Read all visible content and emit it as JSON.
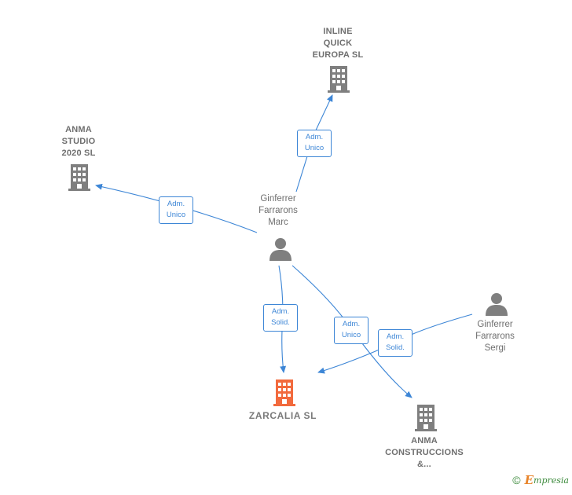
{
  "nodes": {
    "inline_quick": {
      "label": "INLINE\nQUICK\nEUROPA SL",
      "kind": "company",
      "color": "#7f7f7f"
    },
    "anma_studio": {
      "label": "ANMA\nSTUDIO\n2020  SL",
      "kind": "company",
      "color": "#7f7f7f"
    },
    "marc": {
      "label": "Ginferrer\nFarrarons\nMarc",
      "kind": "person",
      "color": "#7f7f7f"
    },
    "sergi": {
      "label": "Ginferrer\nFarrarons\nSergi",
      "kind": "person",
      "color": "#7f7f7f"
    },
    "zarcalia": {
      "label": "ZARCALIA  SL",
      "kind": "company",
      "color": "#f26a3d"
    },
    "anma_construcciones": {
      "label": "ANMA\nCONSTRUCCIONS\n&...",
      "kind": "company",
      "color": "#7f7f7f"
    }
  },
  "edges": [
    {
      "from": "marc",
      "to": "inline_quick",
      "label": "Adm.\nUnico"
    },
    {
      "from": "marc",
      "to": "anma_studio",
      "label": "Adm.\nUnico"
    },
    {
      "from": "marc",
      "to": "zarcalia",
      "label": "Adm.\nSolid."
    },
    {
      "from": "marc",
      "to": "anma_construcciones",
      "label": "Adm.\nUnico"
    },
    {
      "from": "sergi",
      "to": "zarcalia",
      "label": "Adm.\nSolid."
    }
  ],
  "colors": {
    "edge": "#3d86d6",
    "company": "#7f7f7f",
    "highlight": "#f26a3d"
  },
  "footer": {
    "copyright": "©",
    "brand_first": "E",
    "brand_rest": "mpresia"
  }
}
